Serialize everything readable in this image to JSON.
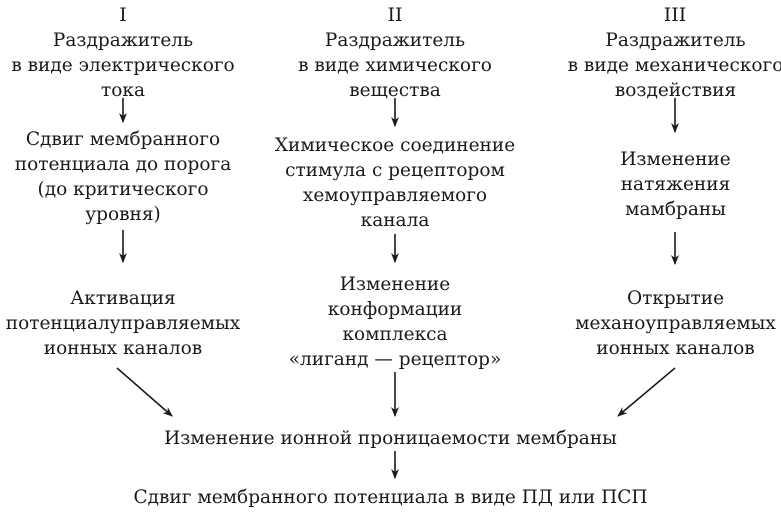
{
  "columns": [
    {
      "numeral": "I",
      "stimulus": "Раздражитель\nв виде электрического\nтока",
      "step2": "Сдвиг мембранного\nпотенциала до порога\n(до критического\nуровня)",
      "step3": "Активация\nпотенциалуправляемых\nионных каналов"
    },
    {
      "numeral": "II",
      "stimulus": "Раздражитель\nв виде химического\nвещества",
      "step2": "Химическое соединение\nстимула с рецептором\nхемоуправляемого\nканала",
      "step3": "Изменение\nконформации\nкомплекса\n«лиганд — рецептор»"
    },
    {
      "numeral": "III",
      "stimulus": "Раздражитель\nв виде механического\nвоздействия",
      "step2": "Изменение\nнатяжения\nмамбраны",
      "step3": "Открытие\nмеханоуправляемых\nионных каналов"
    }
  ],
  "result1": "Изменение ионной проницаемости мембраны",
  "result2": "Сдвиг мембранного потенциала в виде ПД или ПСП"
}
